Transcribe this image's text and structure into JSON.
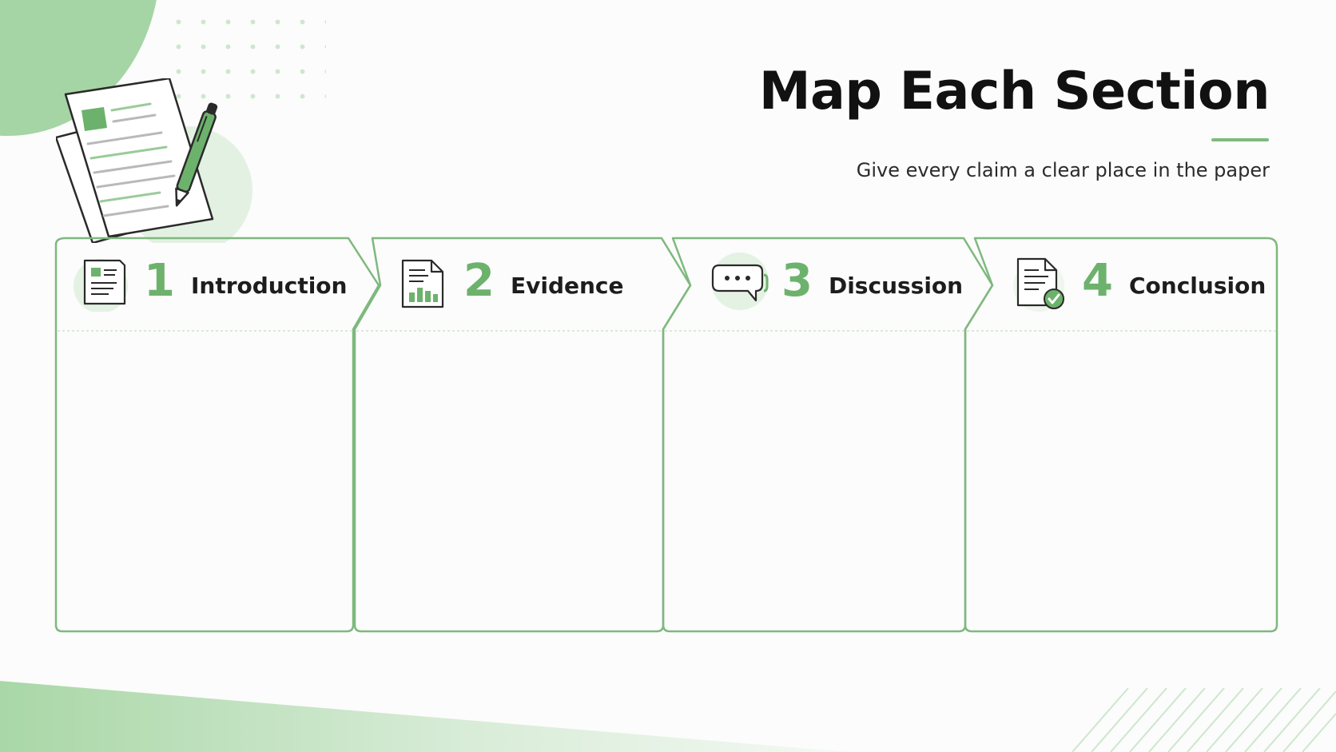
{
  "slide": {
    "title": "Map Each Section",
    "subtitle": "Give every claim a clear place in the paper"
  },
  "colors": {
    "accent": "#6db26c",
    "accent_light": "#a5d5a4",
    "outline": "#7fb87e",
    "text_dark": "#111111"
  },
  "columns": [
    {
      "number": "1",
      "label": "Introduction",
      "icon": "document-outline-icon",
      "body": ""
    },
    {
      "number": "2",
      "label": "Evidence",
      "icon": "bar-chart-document-icon",
      "body": ""
    },
    {
      "number": "3",
      "label": "Discussion",
      "icon": "speech-bubble-icon",
      "body": ""
    },
    {
      "number": "4",
      "label": "Conclusion",
      "icon": "document-check-icon",
      "body": ""
    }
  ]
}
